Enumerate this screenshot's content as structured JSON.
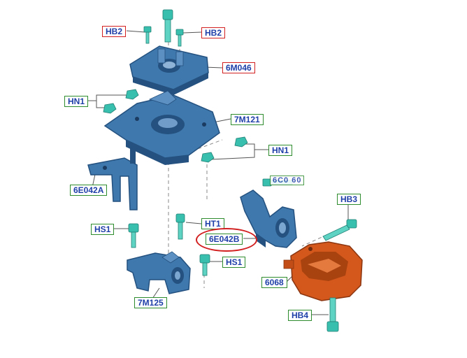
{
  "labels": {
    "hb2_left": "HB2",
    "hb2_right": "HB2",
    "6m046": "6M046",
    "hn1_top": "HN1",
    "7m121": "7M121",
    "hn1_right": "HN1",
    "6e042a": "6E042A",
    "hb3": "HB3",
    "hs1_left": "HS1",
    "ht1": "HT1",
    "6e042b": "6E042B",
    "hs1_right": "HS1",
    "6068": "6068",
    "7m125": "7M125",
    "hb4": "HB4",
    "partial_fragment": "6C0 60"
  },
  "colors": {
    "part_blue": "#3f78ad",
    "part_blue_dark": "#24517f",
    "fastener_teal": "#39bfae",
    "mount_orange": "#d4581c",
    "label_text": "#1f3fa8",
    "label_border_green": "#2e8b2e",
    "label_border_red": "#d21f1f"
  }
}
